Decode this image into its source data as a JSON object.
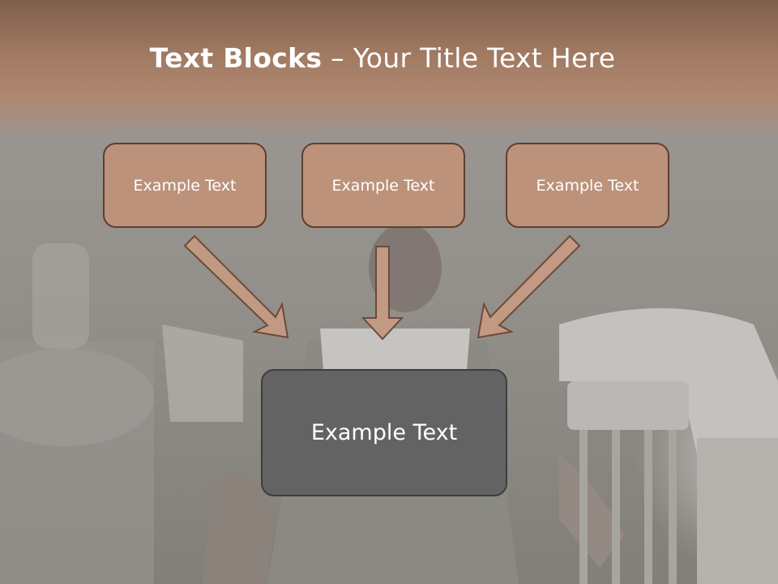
{
  "title": {
    "bold": "Text Blocks",
    "dash": " – ",
    "rest": "Your Title Text Here"
  },
  "boxes": {
    "top_left": "Example Text",
    "top_center": "Example Text",
    "top_right": "Example Text",
    "bottom": "Example Text"
  },
  "colors": {
    "header_brown": "#a17a62",
    "box_fill": "#bd927a",
    "box_border": "#5d3f30",
    "bottom_box_fill": "#636363",
    "arrow_fill": "#c29a84"
  }
}
